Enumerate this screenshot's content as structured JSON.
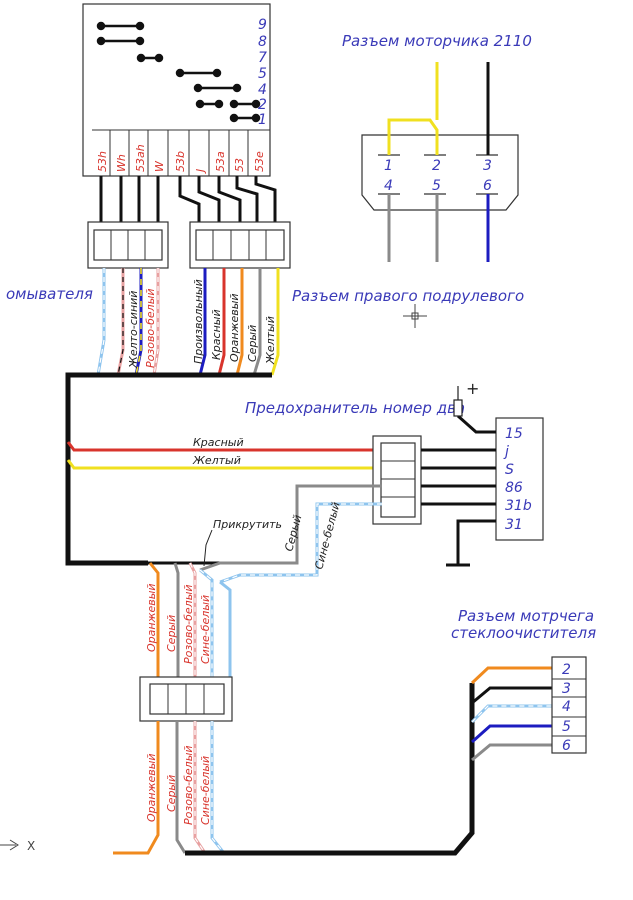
{
  "titles": {
    "motor_2110": "Разъем моторчика 2110",
    "washer": "омывателя",
    "right_stalk": "Разъем правого подрулевого",
    "fuse": "Предохранитель номер два",
    "motor_conn_1": "Разъем мотрчега",
    "motor_conn_2": "стеклоочистителя",
    "twist": "Прикрутить",
    "plus": "+",
    "axis_x": "X"
  },
  "switch_rows": [
    "9",
    "8",
    "7",
    "5",
    "4",
    "2",
    "1"
  ],
  "switch_pins": [
    "53h",
    "Wh",
    "53ah",
    "W",
    "53b",
    "J",
    "53a",
    "53",
    "53e"
  ],
  "motor_pins": [
    "1",
    "2",
    "3",
    "4",
    "5",
    "6"
  ],
  "relay_pins": [
    "15",
    "j",
    "S",
    "86",
    "31b",
    "31"
  ],
  "wiper_pins": [
    "2",
    "3",
    "4",
    "5",
    "6"
  ],
  "wires": {
    "zhelto_siniy": "Желто-синий",
    "rozovo_belyi": "Розово-белый",
    "proizvolnyi": "Произвольный",
    "krasnyi": "Красный",
    "oranzhevyi": "Оранжевый",
    "seryi": "Серый",
    "zheltyi": "Желтый",
    "sine_belyi": "Сине-белый"
  },
  "colors": {
    "red": "#d8342c",
    "yellow": "#f0e020",
    "orange": "#f08a1e",
    "gray": "#8a8a8a",
    "blue": "#1c1cc0",
    "light_blue": "#8ec4ee",
    "pink": "#e8a0a0",
    "black": "#111111",
    "label_blue": "#3a3ab8"
  }
}
